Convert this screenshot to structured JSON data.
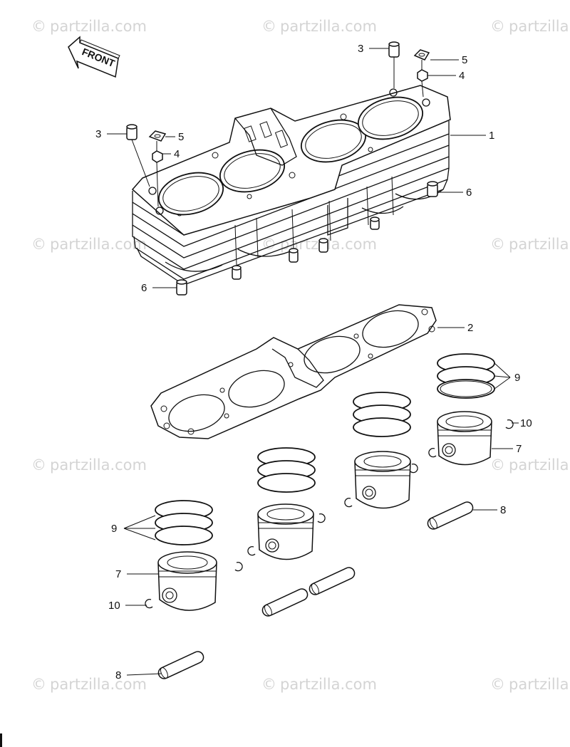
{
  "front_label": "FRONT",
  "watermark": "partzilla.com",
  "watermark_symbol": "©",
  "callouts": [
    {
      "id": "c1a",
      "text": "1"
    },
    {
      "id": "c2a",
      "text": "2"
    },
    {
      "id": "c3a",
      "text": "3"
    },
    {
      "id": "c3b",
      "text": "3"
    },
    {
      "id": "c4a",
      "text": "4"
    },
    {
      "id": "c4b",
      "text": "4"
    },
    {
      "id": "c5a",
      "text": "5"
    },
    {
      "id": "c5b",
      "text": "5"
    },
    {
      "id": "c6a",
      "text": "6"
    },
    {
      "id": "c6b",
      "text": "6"
    },
    {
      "id": "c7a",
      "text": "7"
    },
    {
      "id": "c7b",
      "text": "7"
    },
    {
      "id": "c8a",
      "text": "8"
    },
    {
      "id": "c8b",
      "text": "8"
    },
    {
      "id": "c9a",
      "text": "9"
    },
    {
      "id": "c9b",
      "text": "9"
    },
    {
      "id": "c10a",
      "text": "10"
    },
    {
      "id": "c10b",
      "text": "10"
    }
  ]
}
